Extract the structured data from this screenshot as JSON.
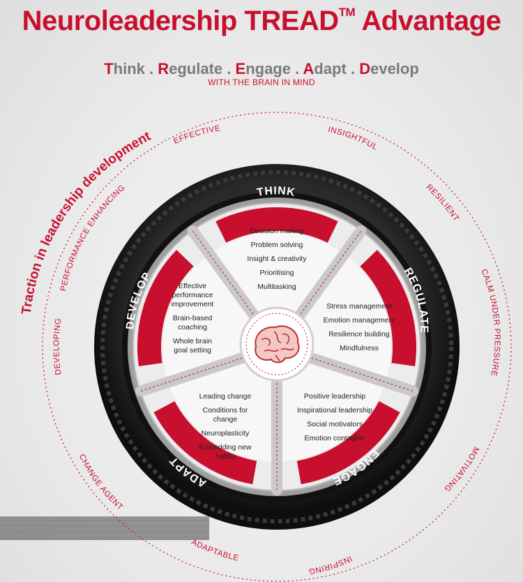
{
  "title": {
    "main": "Neuroleadership TREAD",
    "tm": "TM",
    "after": "Advantage"
  },
  "tagline": {
    "words": [
      {
        "initial": "T",
        "rest": "hink"
      },
      {
        "initial": "R",
        "rest": "egulate"
      },
      {
        "initial": "E",
        "rest": "ngage"
      },
      {
        "initial": "A",
        "rest": "dapt"
      },
      {
        "initial": "D",
        "rest": "evelop"
      }
    ],
    "separator": " . ",
    "subtitle": "WITH THE BRAIN IN MIND"
  },
  "traction_text": "Traction in leadership development",
  "segments": {
    "think": {
      "label": "THINK",
      "items": [
        "Decision making",
        "Problem solving",
        "Insight & creativity",
        "Prioritising",
        "Multitasking"
      ]
    },
    "regulate": {
      "label": "REGULATE",
      "items": [
        "Stress management",
        "Emotion management",
        "Resilience building",
        "Mindfulness"
      ]
    },
    "engage": {
      "label": "ENGAGE",
      "items": [
        "Positive leadership",
        "Inspirational leadership",
        "Social motivators",
        "Emotion contagion"
      ]
    },
    "adapt": {
      "label": "ADAPT",
      "items": [
        "Leading change",
        "Conditions for",
        "change",
        "Neuroplasticity",
        "Embedding new",
        "habits"
      ]
    },
    "develop": {
      "label": "DEVELOP",
      "items": [
        "Effective",
        "performance",
        "improvement",
        "Brain-based",
        "coaching",
        "Whole brain",
        "goal setting"
      ]
    }
  },
  "outer_words": {
    "effective": "EFFECTIVE",
    "insightful": "INSIGHTFUL",
    "resilient": "RESILIENT",
    "calm": "CALM UNDER PRESSURE",
    "motivating": "MOTIVATING",
    "inspiring": "INSPIRING",
    "adaptable": "ADAPTABLE",
    "change_agent": "CHANGE AGENT",
    "developing": "DEVELOPING",
    "performance": "PERFORMANCE ENHANCING"
  },
  "colors": {
    "accent": "#c8102e",
    "tire": "#1c1c1c",
    "rim": "#b9b9b9",
    "grey_text": "#7a7a7a"
  },
  "icons": {
    "center": "brain-icon"
  }
}
